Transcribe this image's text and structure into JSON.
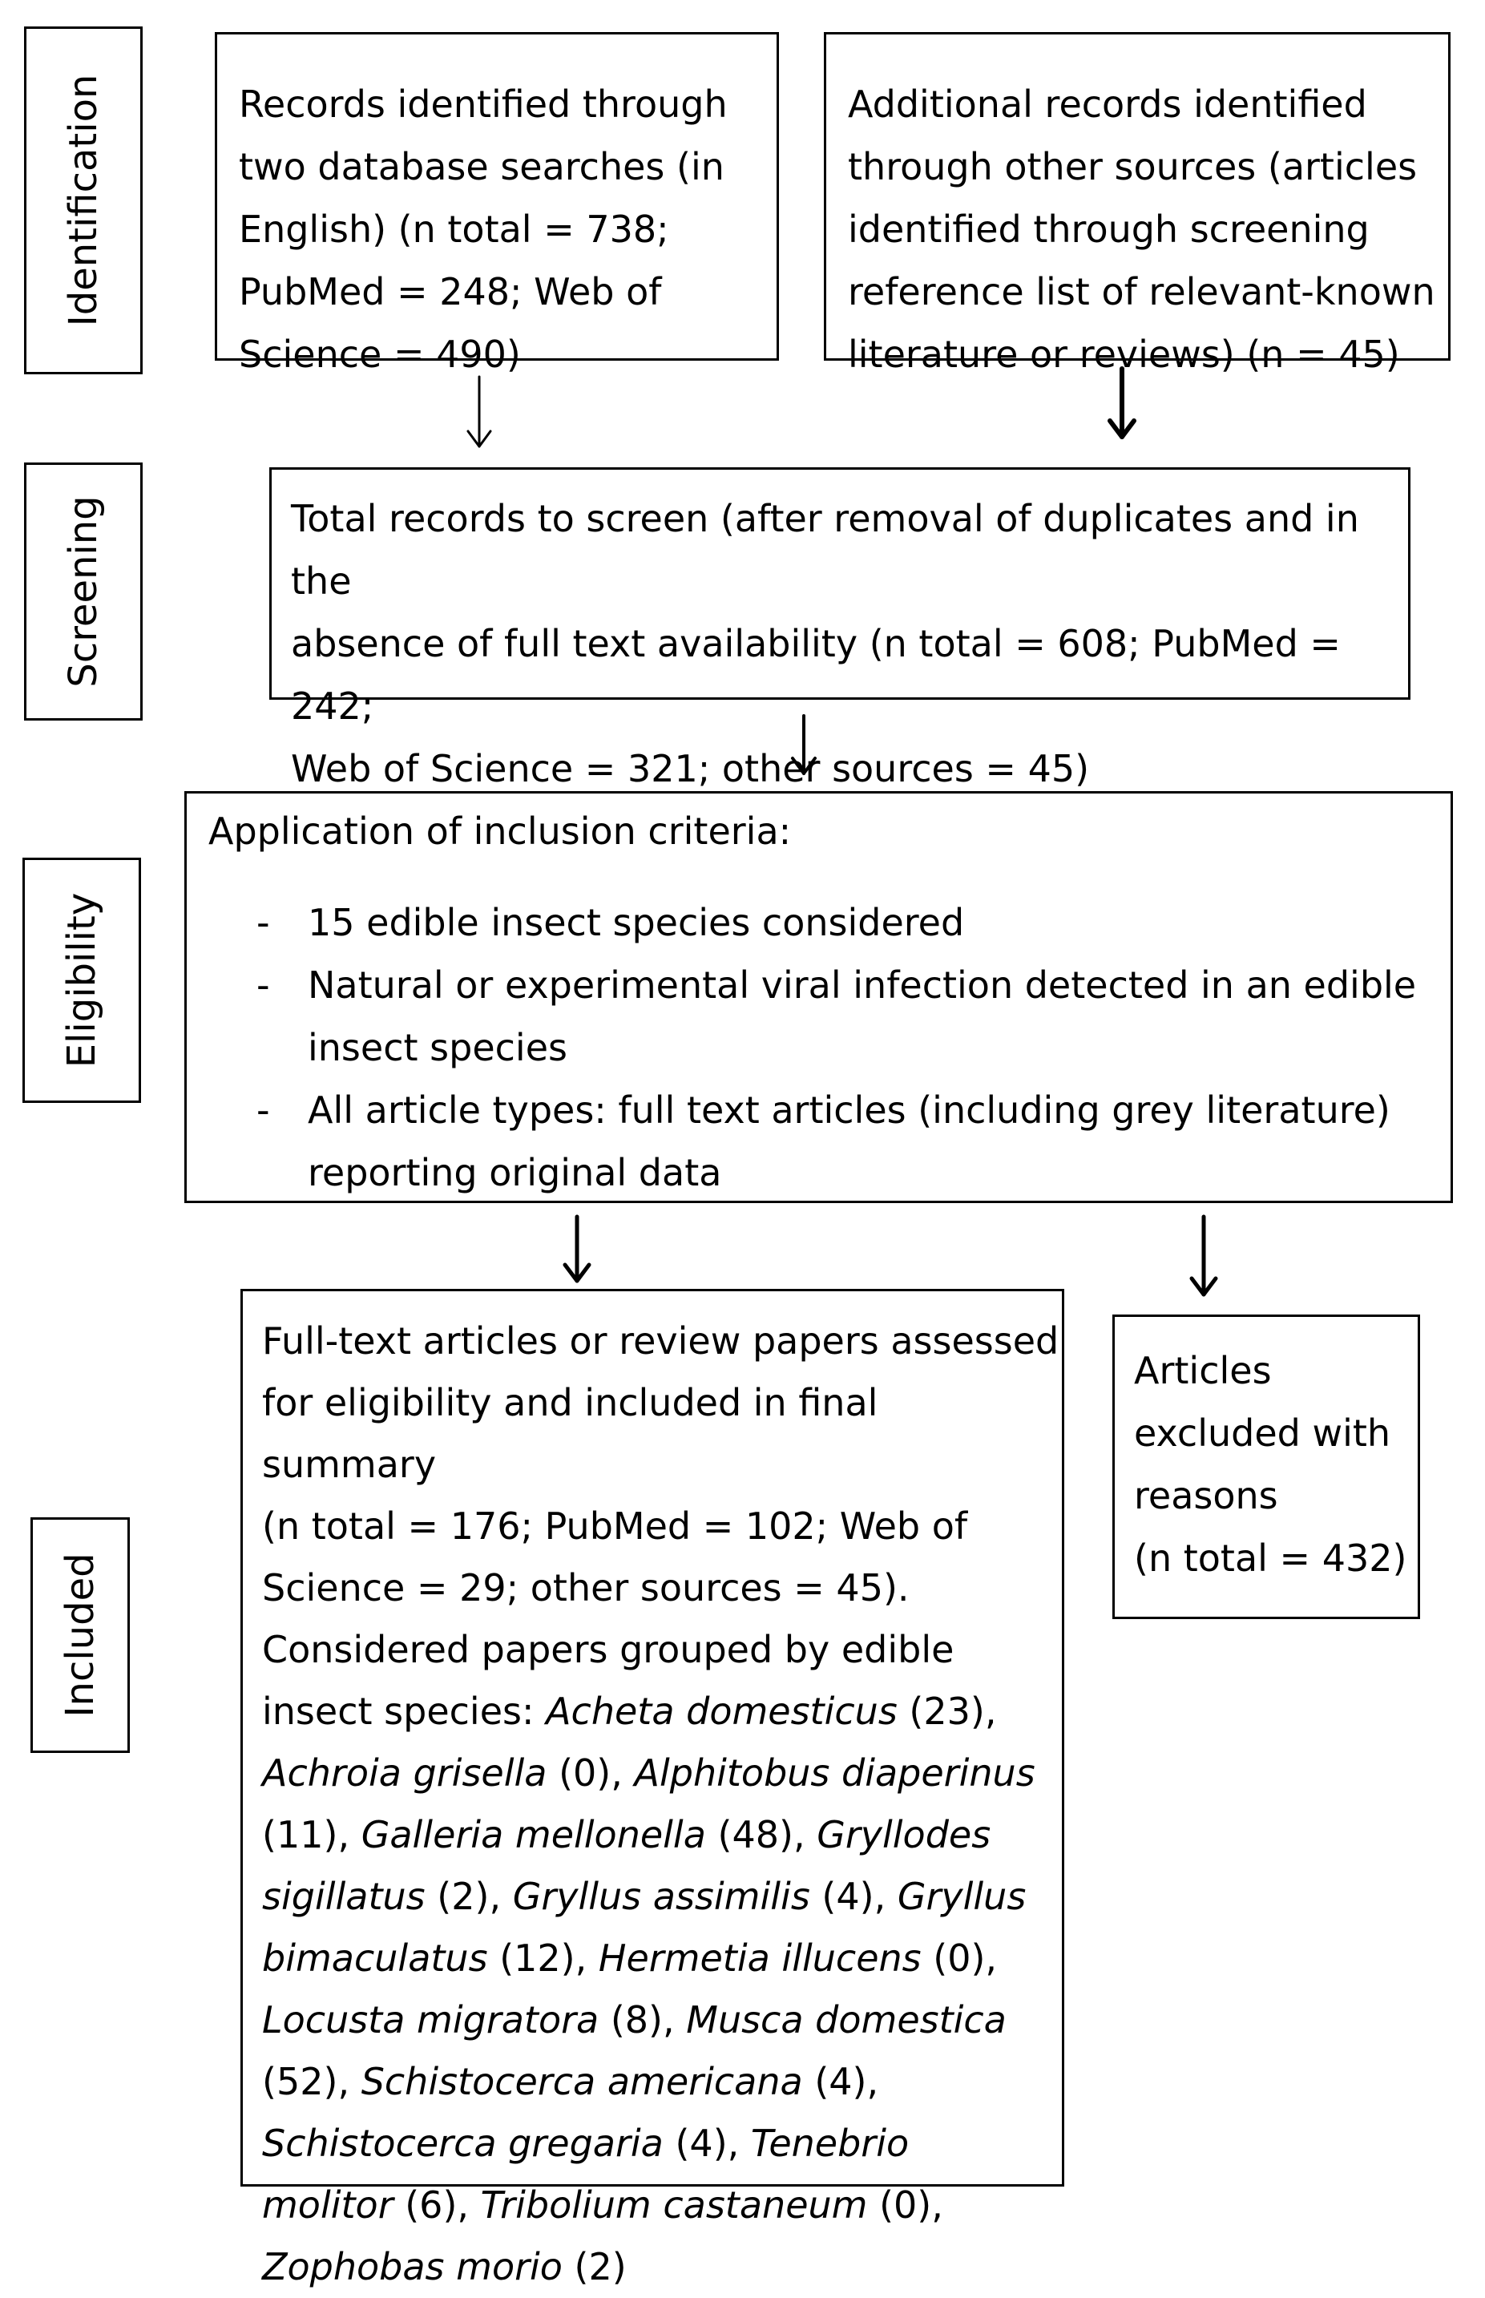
{
  "stages": {
    "identification": "Identification",
    "screening": "Screening",
    "eligibility": "Eligibility",
    "included": "Included"
  },
  "identification_box_left": {
    "lines": [
      "Records identified through",
      "two database searches (in",
      "English) (n total = 738;",
      "PubMed = 248; Web of",
      "Science = 490)"
    ]
  },
  "identification_box_right": {
    "lines": [
      "Additional records identified",
      "through other sources (articles",
      "identified through screening",
      "reference list of relevant-known",
      "literature or reviews) (n = 45)"
    ]
  },
  "screening_box": {
    "lines": [
      "Total records to screen (after removal of duplicates and in the",
      "absence of full text availability (n total = 608; PubMed = 242;",
      "Web of Science = 321; other sources = 45)"
    ]
  },
  "eligibility_box": {
    "heading": "Application of inclusion criteria:",
    "criteria": [
      "15 edible insect species considered",
      "Natural or experimental viral infection detected in an edible insect species",
      "All article types: full text articles (including grey literature) reporting original data"
    ]
  },
  "included_box": {
    "summary_lines": [
      "Full-text articles or review papers assessed",
      "for eligibility and included in final summary",
      "(n total = 176; PubMed = 102; Web of",
      "Science = 29; other sources = 45)."
    ],
    "grouped_intro": "Considered papers grouped by edible insect species:",
    "species": [
      {
        "name": "Acheta domesticus",
        "count": "(23)"
      },
      {
        "name": "Achroia grisella",
        "count": "(0)"
      },
      {
        "name": "Alphitobus diaperinus",
        "count": "(11)"
      },
      {
        "name": "Galleria mellonella",
        "count": "(48)"
      },
      {
        "name": "Gryllodes sigillatus",
        "count": "(2)"
      },
      {
        "name": "Gryllus assimilis",
        "count": "(4)"
      },
      {
        "name": "Gryllus bimaculatus",
        "count": "(12)"
      },
      {
        "name": "Hermetia illucens",
        "count": "(0)"
      },
      {
        "name": "Locusta migratora",
        "count": "(8)"
      },
      {
        "name": "Musca domestica",
        "count": "(52)"
      },
      {
        "name": "Schistocerca americana",
        "count": "(4)"
      },
      {
        "name": "Schistocerca gregaria",
        "count": "(4)"
      },
      {
        "name": "Tenebrio molitor",
        "count": "(6)"
      },
      {
        "name": "Tribolium castaneum",
        "count": "(0)"
      },
      {
        "name": "Zophobas morio",
        "count": "(2)"
      }
    ]
  },
  "excluded_box": {
    "lines": [
      "Articles",
      "excluded with",
      "reasons",
      "(n total = 432)"
    ]
  }
}
